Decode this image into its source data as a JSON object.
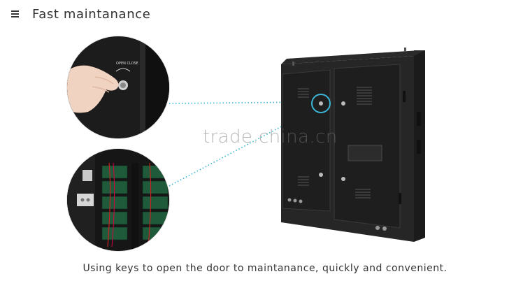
{
  "header": {
    "menu_icon": "menu-icon",
    "title": "Fast maintanance"
  },
  "door_detail": {
    "lock_label": "OPEN CLOSE"
  },
  "watermark": "trade.china.cn",
  "caption": "Using keys to open the door to maintanance, quickly and convenient."
}
